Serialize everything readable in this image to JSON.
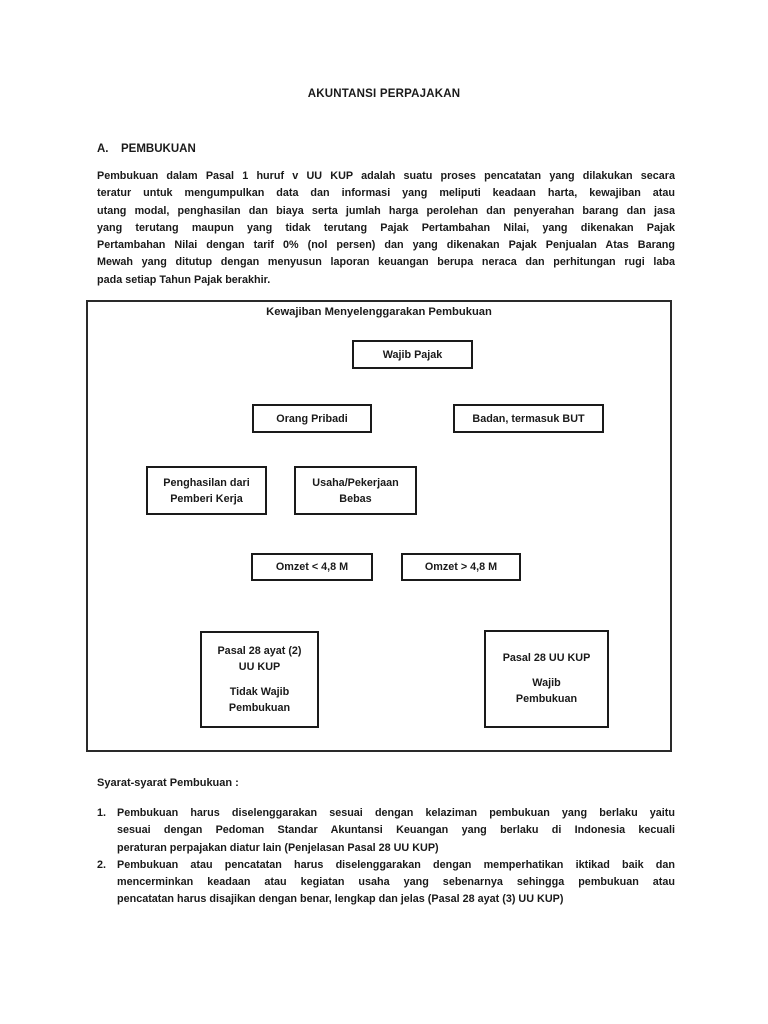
{
  "doc": {
    "title": "AKUNTANSI PERPAJAKAN"
  },
  "section": {
    "prefix": "A.",
    "heading": "PEMBUKUAN",
    "paragraph_lines": [
      "Pembukuan dalam Pasal 1 huruf v UU KUP adalah suatu proses pencatatan yang dilakukan secara",
      "teratur untuk mengumpulkan data dan informasi yang meliputi keadaan harta, kewajiban atau",
      "utang modal, penghasilan dan biaya serta jumlah harga perolehan dan penyerahan barang dan jasa",
      "yang terutang maupun yang tidak terutang Pajak Pertambahan Nilai, yang dikenakan Pajak",
      "Pertambahan Nilai dengan tarif 0% (nol persen) dan yang dikenakan Pajak Penjualan Atas Barang",
      "Mewah yang ditutup dengan menyusun laporan keuangan berupa neraca dan perhitungan rugi laba",
      "pada setiap Tahun Pajak berakhir."
    ]
  },
  "diagram": {
    "title": "Kewajiban Menyelenggarakan Pembukuan",
    "wajib_pajak": "Wajib Pajak",
    "orang_pribadi": "Orang Pribadi",
    "badan": "Badan, termasuk BUT",
    "penghasilan": {
      "l1": "Penghasilan dari",
      "l2": "Pemberi Kerja"
    },
    "usaha": {
      "l1": "Usaha/Pekerjaan",
      "l2": "Bebas"
    },
    "omzet_kecil": "Omzet < 4,8 M",
    "omzet_besar": "Omzet > 4,8 M",
    "pasal_tidak": {
      "l1": "Pasal 28 ayat (2)",
      "l2": "UU KUP",
      "l3": "Tidak Wajib",
      "l4": "Pembukuan"
    },
    "pasal_wajib": {
      "l1": "Pasal 28 UU KUP",
      "l2": "Wajib",
      "l3": "Pembukuan"
    }
  },
  "requirements": {
    "heading": "Syarat-syarat Pembukuan :",
    "items": [
      {
        "number": "1.",
        "lines": [
          "Pembukuan harus diselenggarakan sesuai dengan kelaziman pembukuan yang berlaku yaitu",
          "sesuai dengan Pedoman Standar Akuntansi Keuangan yang berlaku di Indonesia kecuali",
          "peraturan perpajakan diatur lain (Penjelasan Pasal 28 UU KUP)"
        ]
      },
      {
        "number": "2.",
        "lines": [
          "Pembukuan atau pencatatan harus diselenggarakan dengan memperhatikan iktikad baik dan",
          "mencerminkan keadaan atau kegiatan usaha yang sebenarnya sehingga pembukuan atau",
          "pencatatan harus disajikan dengan benar, lengkap dan jelas (Pasal 28 ayat (3) UU KUP)"
        ]
      }
    ]
  }
}
